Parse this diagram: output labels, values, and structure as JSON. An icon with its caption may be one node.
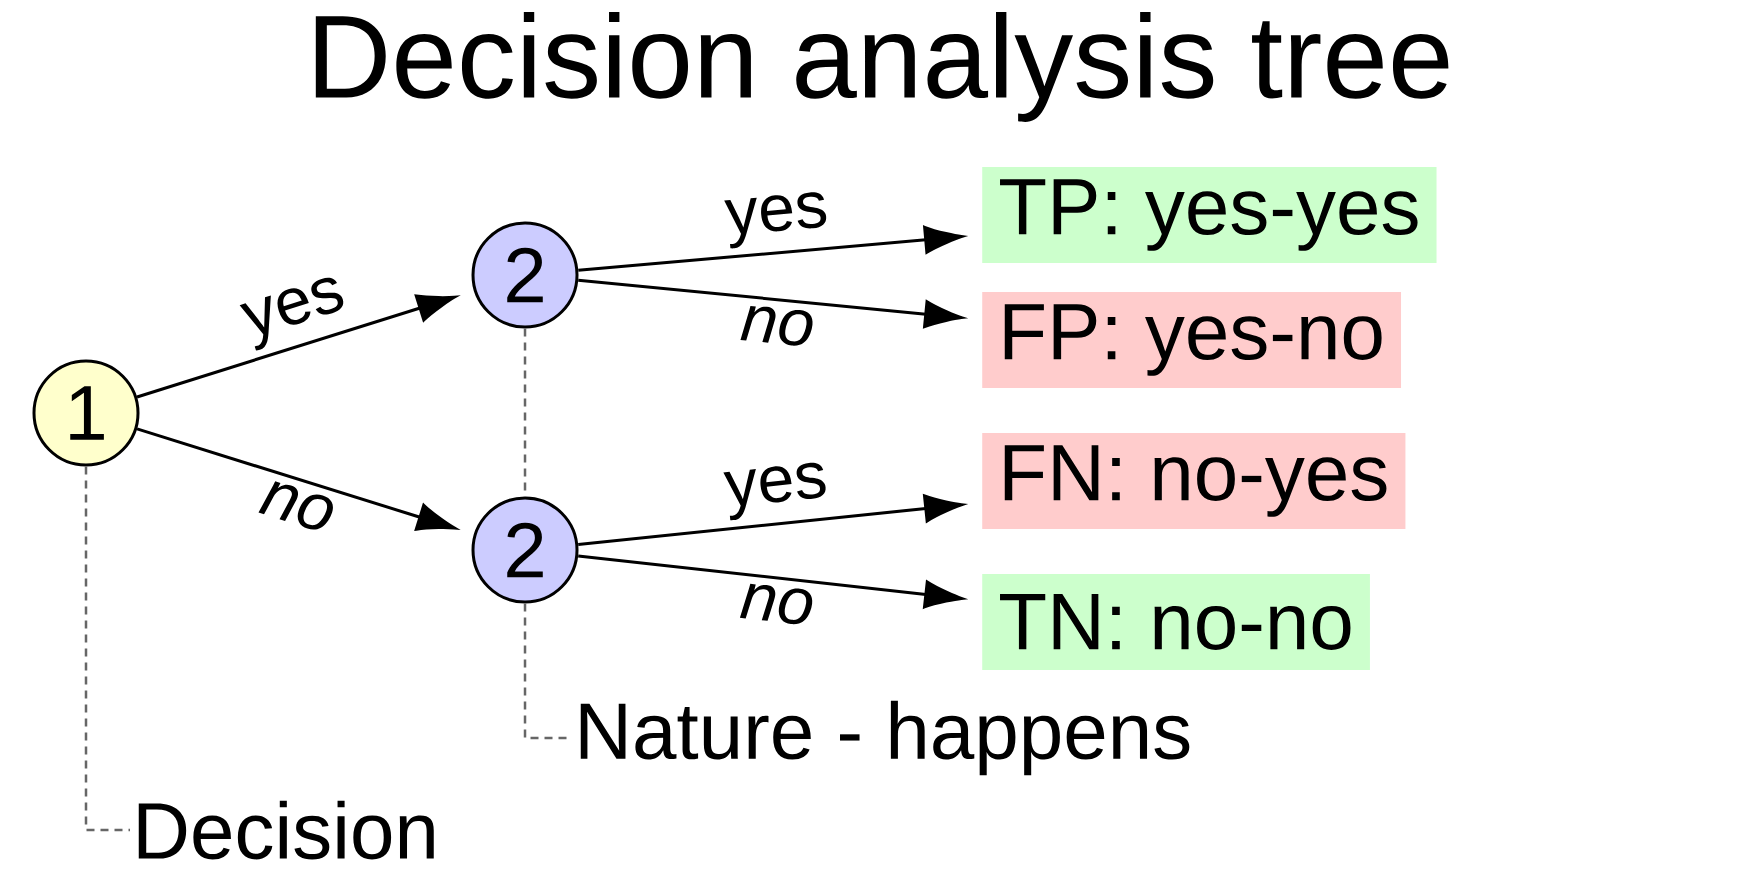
{
  "diagram": {
    "title": "Decision analysis tree",
    "nodes": [
      {
        "text": [
          "1"
        ]
      },
      {
        "text": [
          "2"
        ]
      },
      {
        "text": [
          "2"
        ]
      },
      {
        "text": [
          "TP: yes-yes"
        ]
      },
      {
        "text": [
          "FP: yes-no"
        ]
      },
      {
        "text": [
          "FN: no-yes"
        ]
      },
      {
        "text": [
          "TN: no-no"
        ]
      },
      {
        "text": [
          "Nature - happens"
        ]
      },
      {
        "text": [
          "Decision"
        ]
      }
    ],
    "edges": [
      {
        "from": 0,
        "to": 1,
        "arrow": "to",
        "label": "yes"
      },
      {
        "from": 0,
        "to": 2,
        "arrow": "to",
        "label": "no"
      },
      {
        "from": 1,
        "to": 3,
        "arrow": "to",
        "label": "yes"
      },
      {
        "from": 1,
        "to": 4,
        "arrow": "to",
        "label": "no"
      },
      {
        "from": 2,
        "to": 5,
        "arrow": "to",
        "label": "yes"
      },
      {
        "from": 2,
        "to": 6,
        "arrow": "to",
        "label": "no"
      },
      {
        "from": 1,
        "to": 2,
        "arrow": "none",
        "style": "dashed",
        "color": "#666666"
      },
      {
        "from": 2,
        "to": 7,
        "arrow": "none",
        "style": "dashed",
        "color": "#666666"
      },
      {
        "from": 0,
        "to": 8,
        "arrow": "none",
        "style": "dashed",
        "color": "#666666"
      }
    ]
  }
}
